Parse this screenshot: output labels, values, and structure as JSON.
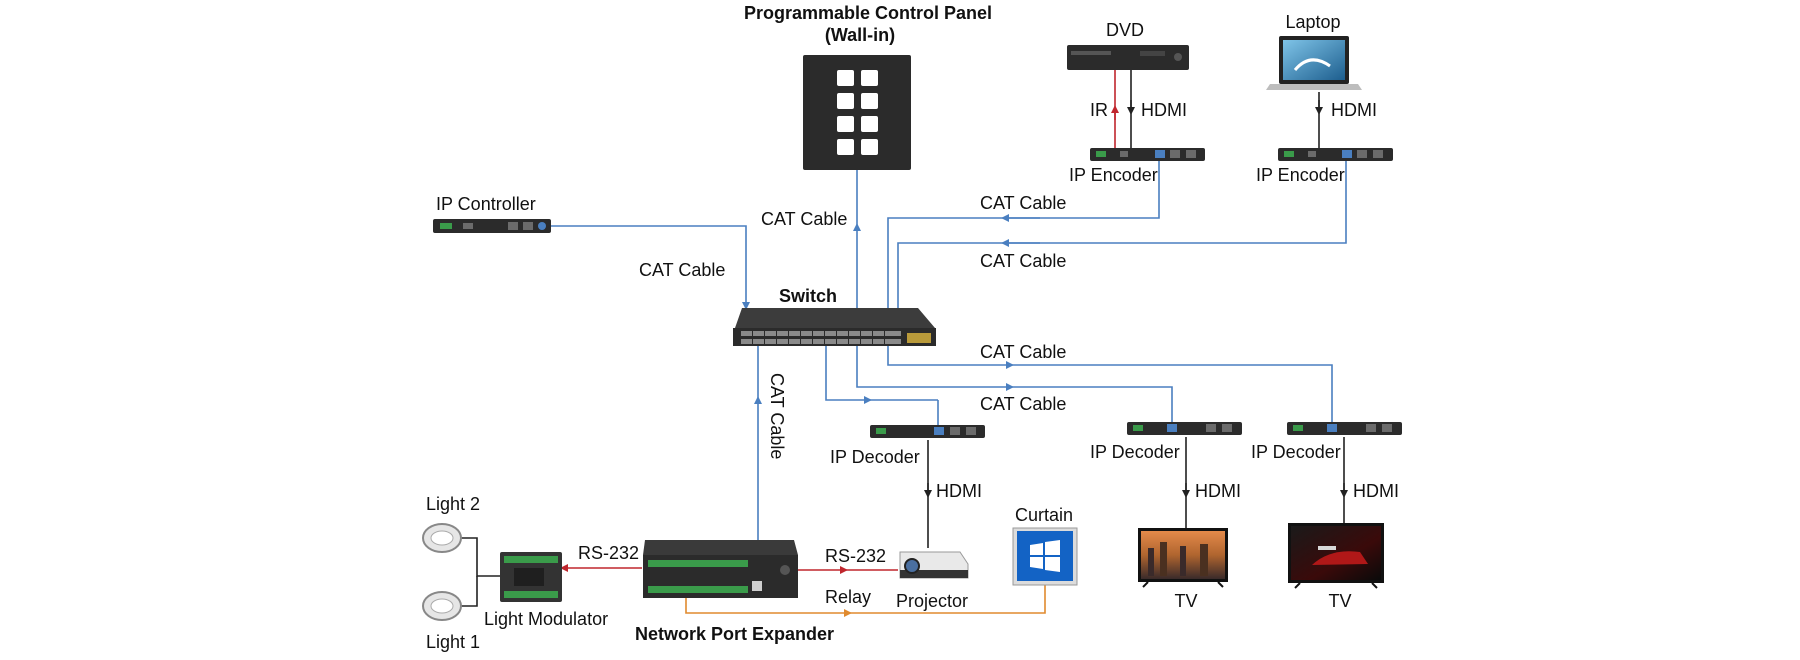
{
  "labels": {
    "control_panel_line1": "Programmable Control Panel",
    "control_panel_line2": "(Wall-in)",
    "dvd": "DVD",
    "laptop": "Laptop",
    "ir": "IR",
    "hdmi": "HDMI",
    "ip_encoder": "IP Encoder",
    "ip_controller": "IP Controller",
    "cat_cable": "CAT Cable",
    "switch": "Switch",
    "ip_decoder": "IP Decoder",
    "light_2": "Light 2",
    "light_1": "Light 1",
    "light_modulator": "Light Modulator",
    "rs232": "RS-232",
    "network_port_expander": "Network Port Expander",
    "projector": "Projector",
    "relay": "Relay",
    "curtain": "Curtain",
    "tv": "TV"
  },
  "colors": {
    "cat_cable": "#4a7fc0",
    "rs232": "#c0262d",
    "relay": "#e08a2e",
    "hdmi": "#222222"
  }
}
